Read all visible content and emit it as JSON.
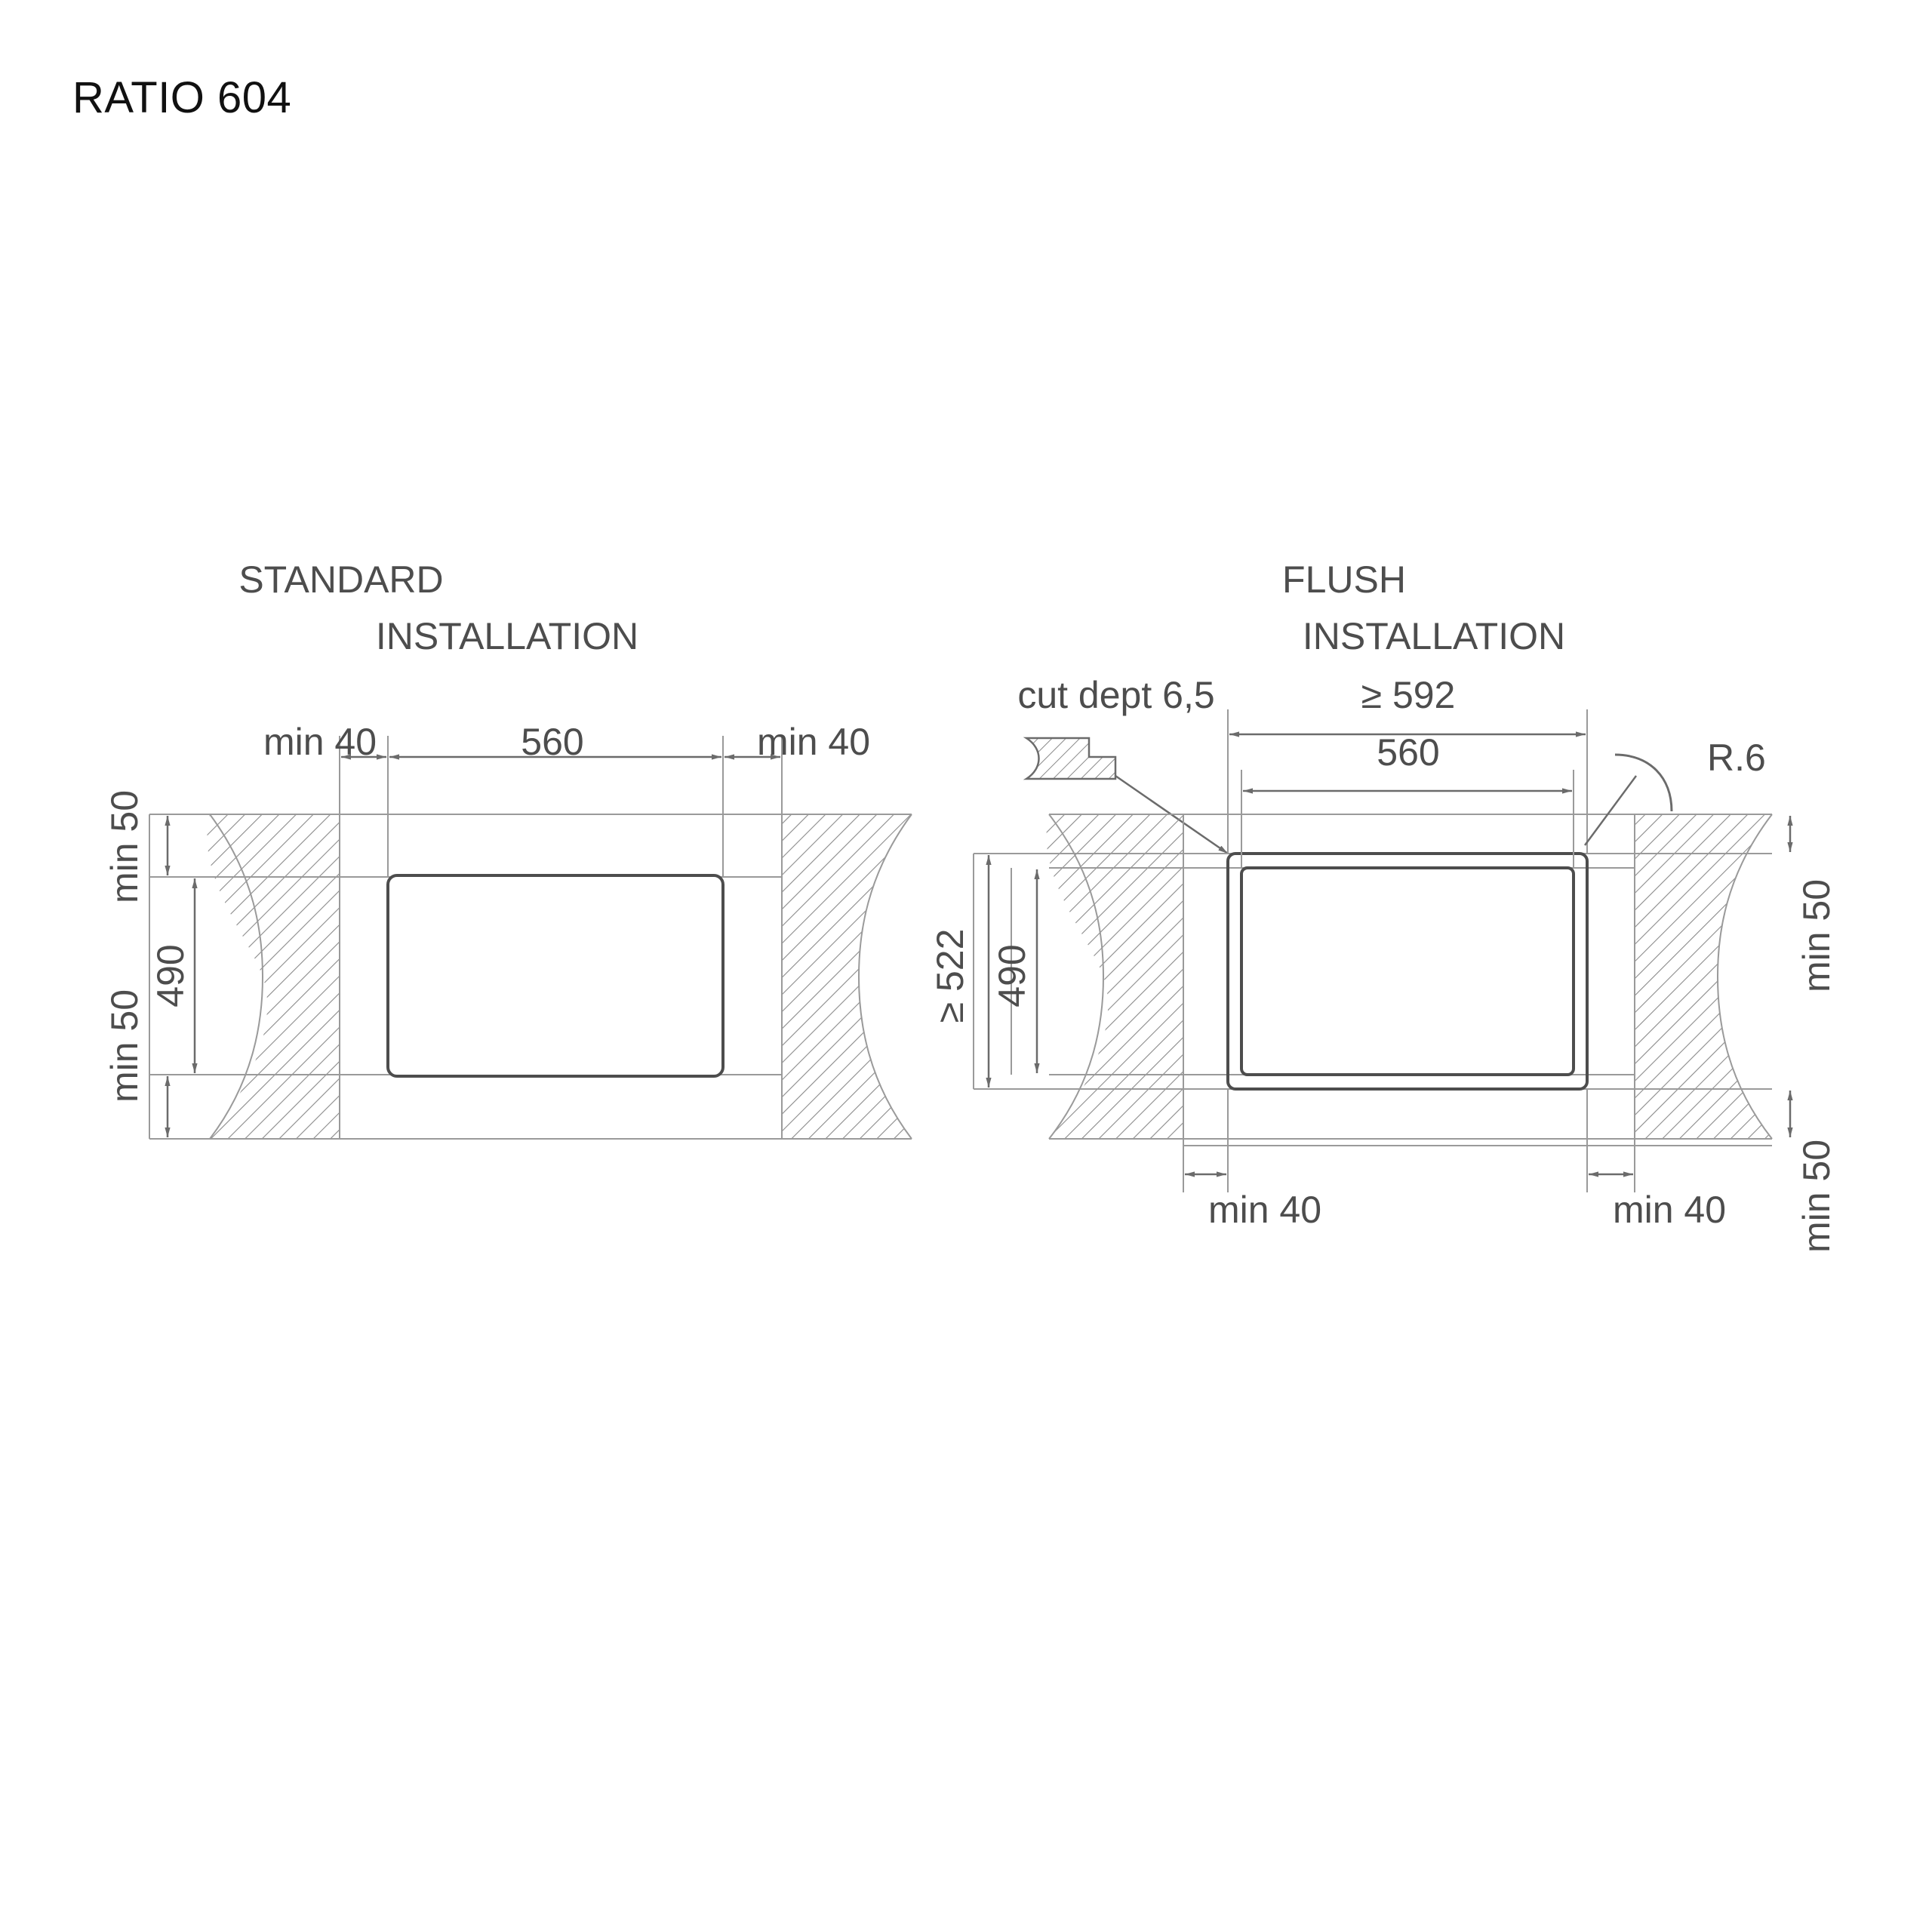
{
  "title": "RATIO 604",
  "diagrams": [
    {
      "id": "standard",
      "heading_line1": "STANDARD",
      "heading_line2": "INSTALLATION",
      "dimensions": {
        "top_left_gap": "min 40",
        "top_width": "560",
        "top_right_gap": "min 40",
        "left_upper_clearance": "min 50",
        "left_lower_clearance": "min 50",
        "height": "490"
      }
    },
    {
      "id": "flush",
      "heading_line1": "FLUSH",
      "heading_line2": "INSTALLATION",
      "dimensions": {
        "cut_depth": "cut dept 6,5",
        "outer_width": "≥ 592",
        "inner_width": "560",
        "corner_radius": "R.6",
        "outer_height": "≥ 522",
        "inner_height": "490",
        "bottom_left_gap": "min 40",
        "bottom_right_gap": "min 40",
        "right_upper_clearance": "min 50",
        "right_lower_clearance": "min 50"
      }
    }
  ],
  "colors": {
    "title_text": "#111111",
    "label_text": "#4d4d4d",
    "object_line": "#4d4d4d",
    "thin_line": "#9a9a9a",
    "hatch_line": "#8a8a8a"
  },
  "chart_data": {
    "type": "table",
    "title": "RATIO 604",
    "categories": [
      "STANDARD INSTALLATION",
      "FLUSH INSTALLATION"
    ],
    "series": [
      {
        "name": "STANDARD INSTALLATION",
        "values": [
          {
            "label": "min 40",
            "value": 40,
            "axis": "x",
            "position": "top-left"
          },
          {
            "label": "560",
            "value": 560,
            "axis": "x",
            "position": "top-center"
          },
          {
            "label": "min 40",
            "value": 40,
            "axis": "x",
            "position": "top-right"
          },
          {
            "label": "min 50",
            "value": 50,
            "axis": "y",
            "position": "left-upper"
          },
          {
            "label": "490",
            "value": 490,
            "axis": "y",
            "position": "left-center"
          },
          {
            "label": "min 50",
            "value": 50,
            "axis": "y",
            "position": "left-lower"
          }
        ]
      },
      {
        "name": "FLUSH INSTALLATION",
        "values": [
          {
            "label": "cut dept 6,5",
            "value": 6.5,
            "axis": "z",
            "position": "detail"
          },
          {
            "label": "≥ 592",
            "value": 592,
            "axis": "x",
            "position": "top-outer"
          },
          {
            "label": "560",
            "value": 560,
            "axis": "x",
            "position": "top-inner"
          },
          {
            "label": "R.6",
            "value": 6,
            "axis": "r",
            "position": "corner"
          },
          {
            "label": "≥ 522",
            "value": 522,
            "axis": "y",
            "position": "left-outer"
          },
          {
            "label": "490",
            "value": 490,
            "axis": "y",
            "position": "left-inner"
          },
          {
            "label": "min 40",
            "value": 40,
            "axis": "x",
            "position": "bottom-left"
          },
          {
            "label": "min 40",
            "value": 40,
            "axis": "x",
            "position": "bottom-right"
          },
          {
            "label": "min 50",
            "value": 50,
            "axis": "y",
            "position": "right-upper"
          },
          {
            "label": "min 50",
            "value": 50,
            "axis": "y",
            "position": "right-lower"
          }
        ]
      }
    ],
    "xlabel": "",
    "ylabel": "",
    "units": "mm"
  }
}
